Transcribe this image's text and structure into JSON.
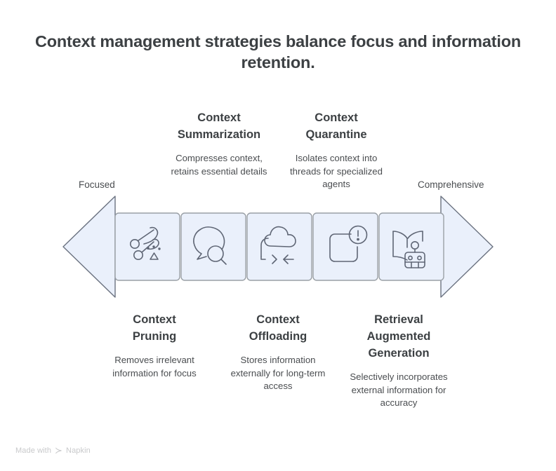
{
  "title": "Context management strategies balance focus and information retention.",
  "scale": {
    "left_label": "Focused",
    "right_label": "Comprehensive"
  },
  "colors": {
    "arrow_fill": "#eaf0fb",
    "arrow_stroke": "#9aa0a6",
    "icon_stroke": "#5f6675",
    "text": "#3c4043",
    "watermark": "#c8c9cb"
  },
  "strategies": [
    {
      "id": "context-pruning",
      "title": "Context\nPruning",
      "title_line1": "Context",
      "title_line2": "Pruning",
      "description": "Removes irrelevant information for focus",
      "icon": "scissors-icon",
      "position": "bottom",
      "cell_index": 1
    },
    {
      "id": "context-summarization",
      "title_line1": "Context",
      "title_line2": "Summarization",
      "description": "Compresses context, retains essential details",
      "icon": "speech-bubble-search-icon",
      "position": "top",
      "cell_index": 2
    },
    {
      "id": "context-offloading",
      "title_line1": "Context",
      "title_line2": "Offloading",
      "description": "Stores information externally for long-term access",
      "icon": "cloud-transfer-icon",
      "position": "bottom",
      "cell_index": 3
    },
    {
      "id": "context-quarantine",
      "title_line1": "Context",
      "title_line2": "Quarantine",
      "description": "Isolates context into threads for specialized agents",
      "icon": "alert-container-icon",
      "position": "top",
      "cell_index": 4
    },
    {
      "id": "retrieval-augmented-generation",
      "title_line1": "Retrieval",
      "title_line2": "Augmented",
      "title_line3": "Generation",
      "description": "Selectively incorporates external information for accuracy",
      "icon": "book-robot-icon",
      "position": "bottom",
      "cell_index": 5
    }
  ],
  "watermark": {
    "prefix": "Made with",
    "brand": "Napkin",
    "mark": "≻"
  }
}
